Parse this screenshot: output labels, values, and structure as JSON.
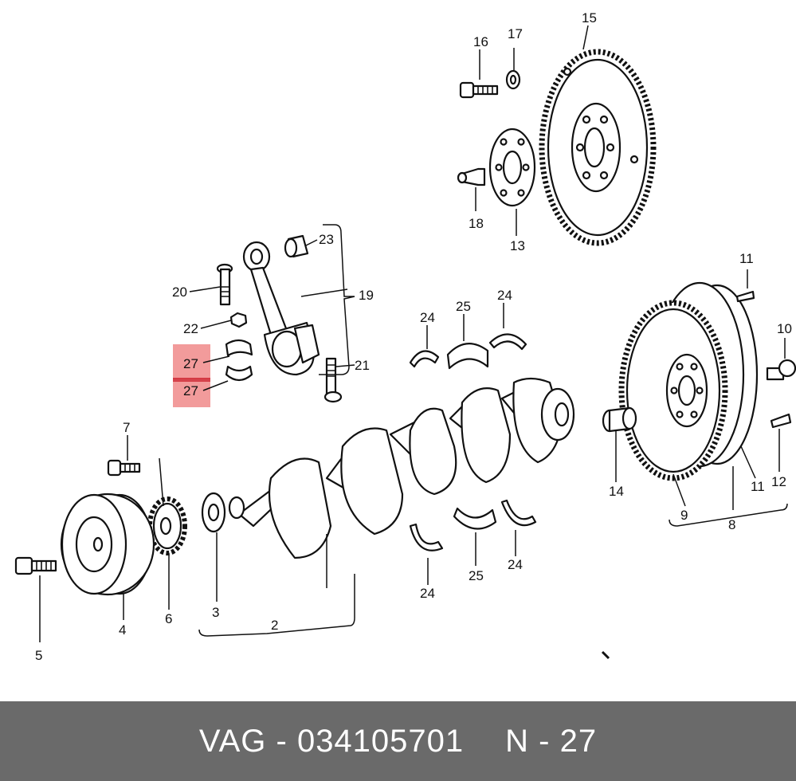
{
  "callouts": [
    "2",
    "3",
    "4",
    "5",
    "6",
    "7",
    "8",
    "9",
    "10",
    "11",
    "11",
    "12",
    "13",
    "14",
    "15",
    "16",
    "17",
    "18",
    "19",
    "20",
    "21",
    "22",
    "23",
    "24",
    "24",
    "24",
    "24",
    "25",
    "25",
    "27",
    "27"
  ],
  "highlight_color": "#f08a8a",
  "footer": {
    "part_number": "VAG - 034105701",
    "position": "N - 27",
    "background": "#6a6a6a"
  }
}
